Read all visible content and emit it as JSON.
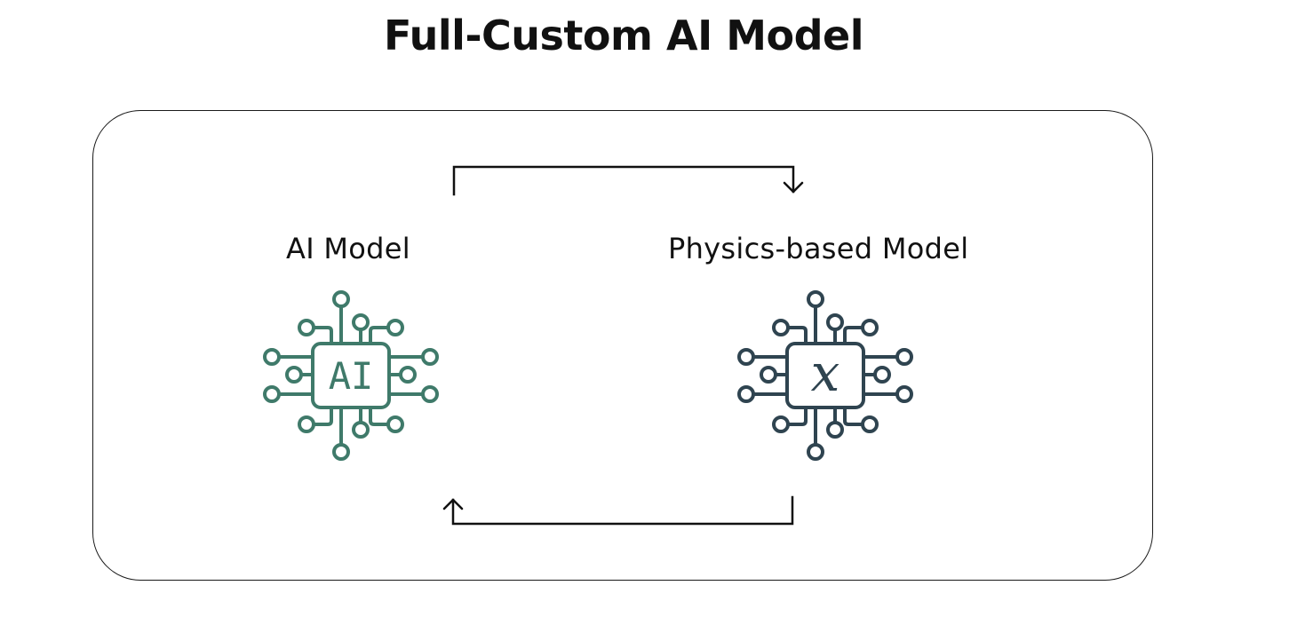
{
  "title": "Full-Custom AI Model",
  "nodes": {
    "ai_model": {
      "label": "AI Model",
      "chip_text": "AI",
      "icon": "ai-chip-icon",
      "color": "#3f7a6a"
    },
    "physics_model": {
      "label": "Physics-based Model",
      "chip_text": "x",
      "icon": "physics-chip-icon",
      "color": "#2f4450"
    }
  },
  "edges": [
    {
      "from": "AI Model",
      "to": "Physics-based Model"
    },
    {
      "from": "Physics-based Model",
      "to": "AI Model"
    }
  ]
}
